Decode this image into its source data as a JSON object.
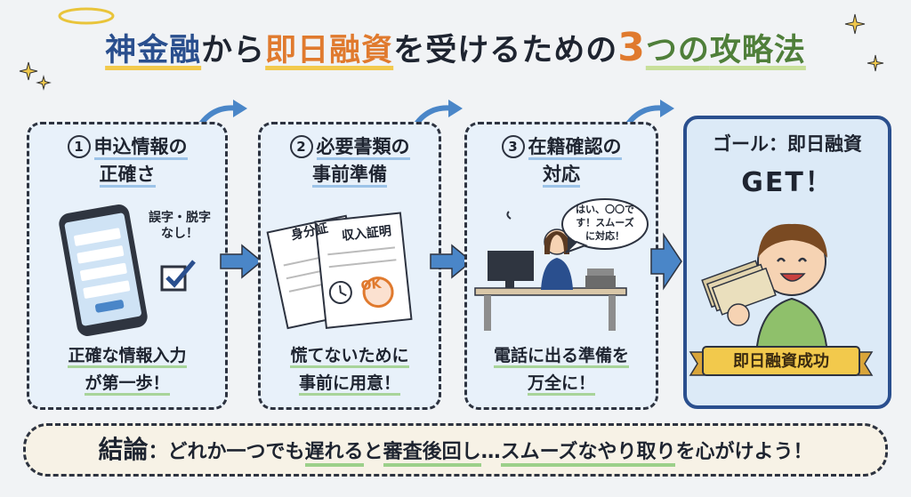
{
  "title": {
    "part1": "神金融",
    "part2": "から",
    "part3": "即日融資",
    "part4": "を受けるための",
    "part5": "3",
    "part6": "つの",
    "part7": "攻略法"
  },
  "steps": [
    {
      "number": "1",
      "heading_line1": "申込情報の",
      "heading_line2": "正確さ",
      "note": "誤字・脱字なし！",
      "caption_line1": "正確な情報入力",
      "caption_line2": "が第一歩！"
    },
    {
      "number": "2",
      "heading_line1": "必要書類の",
      "heading_line2": "事前準備",
      "doc1": "身分証",
      "doc2": "収入証明",
      "ok": "OK",
      "caption_line1": "慌てないために",
      "caption_line2": "事前に用意！"
    },
    {
      "number": "3",
      "heading_line1": "在籍確認の",
      "heading_line2": "対応",
      "speech": "はい、〇〇です！スムーズに対応！",
      "caption_line1": "電話に出る準備を",
      "caption_line2": "万全に！"
    }
  ],
  "goal": {
    "title": "ゴール：即日融資",
    "get": "GET！",
    "ribbon": "即日融資成功"
  },
  "conclusion": {
    "label": "結論",
    "sep": "：",
    "text1": "どれか一つでも",
    "text2": "遅れる",
    "text3": "と",
    "text4": "審査後回し",
    "text5": "…",
    "text6": "スムーズなやり取り",
    "text7": "を心がけよう！"
  },
  "colors": {
    "blue": "#2a4f8e",
    "orange": "#e07a2e",
    "green": "#4f7f3a",
    "arrow": "#4a86c8",
    "card": "#e8f1fa"
  }
}
